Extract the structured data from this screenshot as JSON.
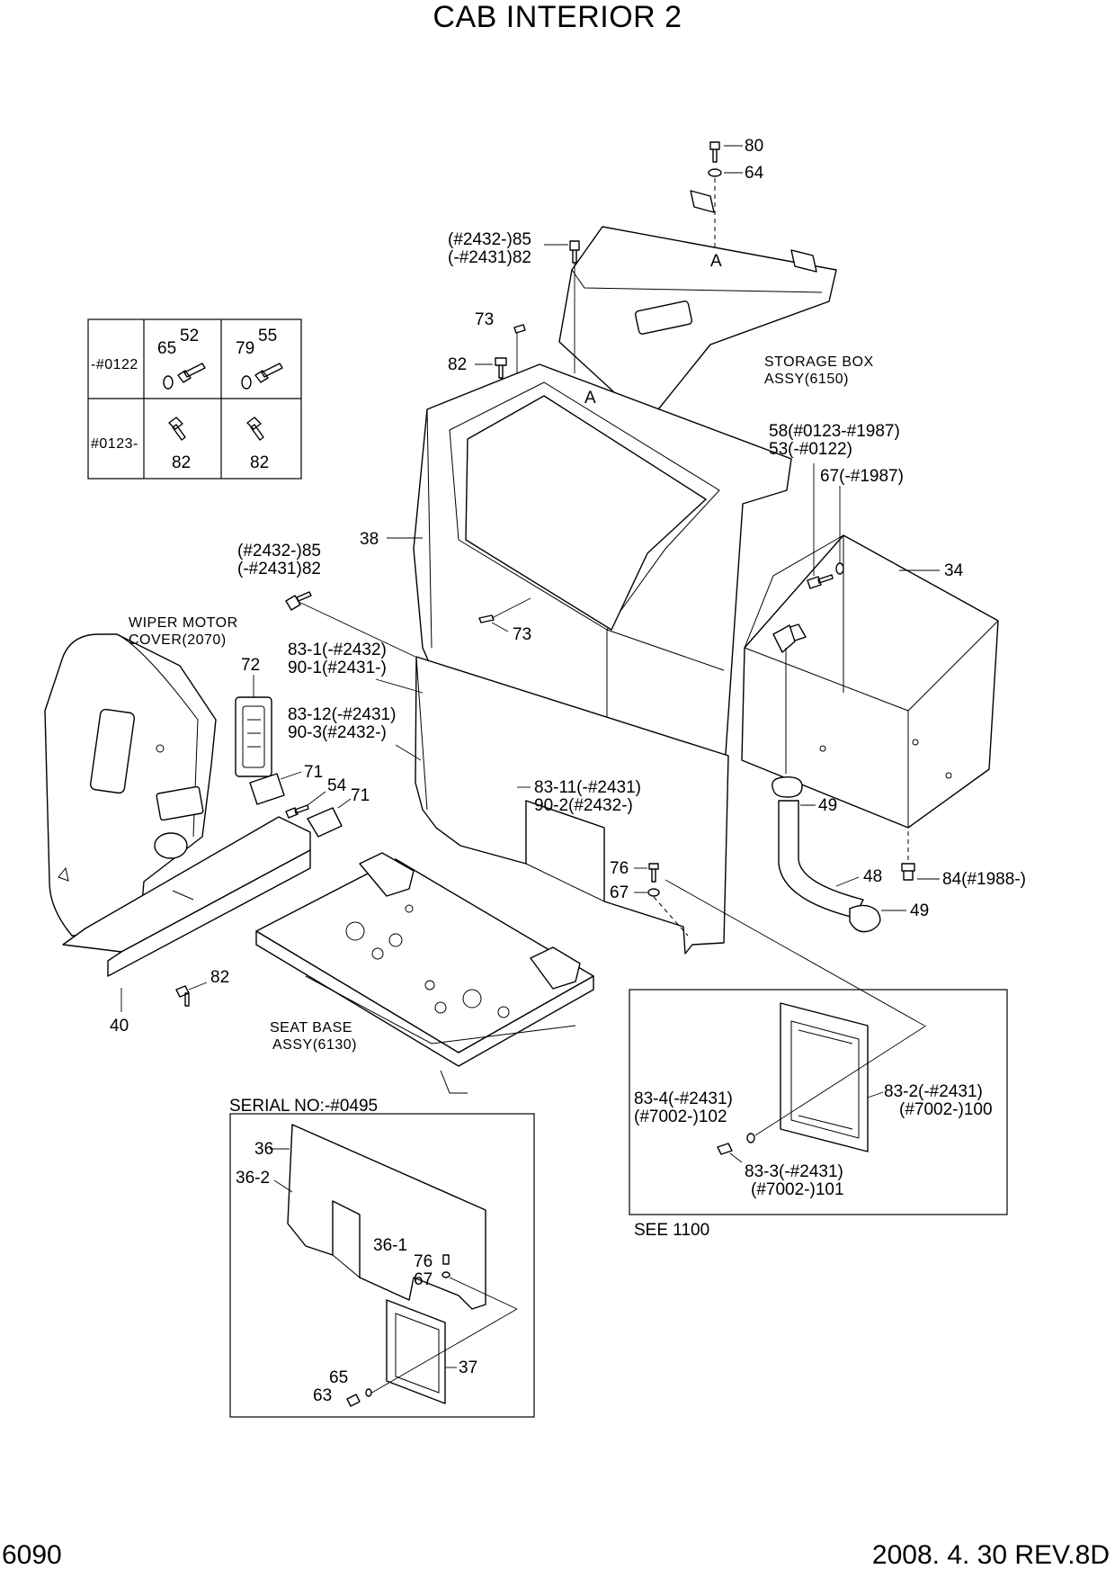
{
  "title": "CAB INTERIOR 2",
  "footer": {
    "page_number": "6090",
    "date_rev": "2008. 4. 30  REV.8D"
  },
  "inset_table": {
    "row1_serial": "-#0122",
    "row2_serial": "#0123-",
    "r1c1": [
      "65",
      "52"
    ],
    "r1c2": [
      "79",
      "55"
    ],
    "r2c1": "82",
    "r2c2": "82"
  },
  "callouts": {
    "c80": "80",
    "c64": "64",
    "c85_82_top_a": "(#2432-)85",
    "c85_82_top_b": "(-#2431)82",
    "letter_a_top": "A",
    "letter_a_mid": "A",
    "c73_top": "73",
    "c82_top": "82",
    "storage_box_a": "STORAGE BOX",
    "storage_box_b": "ASSY(6150)",
    "c58": "58(#0123-#1987)",
    "c53": "53(-#0122)",
    "c67_1987": "67(-#1987)",
    "c38": "38",
    "c34": "34",
    "c85_82_left_a": "(#2432-)85",
    "c85_82_left_b": "(-#2431)82",
    "wiper_a": "WIPER MOTOR",
    "wiper_b": "COVER(2070)",
    "c73_mid": "73",
    "c83_1_a": "83-1(-#2432)",
    "c83_1_b": "90-1(#2431-)",
    "c72": "72",
    "c83_12_a": "83-12(-#2431)",
    "c83_12_b": "90-3(#2432-)",
    "c71_a": "71",
    "c54": "54",
    "c71_b": "71",
    "c83_11_a": "83-11(-#2431)",
    "c83_11_b": "90-2(#2432-)",
    "c49_a": "49",
    "c76": "76",
    "c67": "67",
    "c48": "48",
    "c84": "84(#1988-)",
    "c49_b": "49",
    "c82_bottom": "82",
    "c40": "40",
    "seat_a": "SEAT BASE",
    "seat_b": "ASSY(6130)",
    "serial_title": "SERIAL NO:-#0495",
    "c36": "36",
    "c36_2": "36-2",
    "c36_1": "36-1",
    "c76_b": "76",
    "c67_b": "67",
    "c65_b": "65",
    "c63": "63",
    "c37": "37",
    "c83_4_a": "83-4(-#2431)",
    "c83_4_b": "(#7002-)102",
    "c83_2_a": "83-2(-#2431)",
    "c83_2_b": "(#7002-)100",
    "c83_3_a": "83-3(-#2431)",
    "c83_3_b": "(#7002-)101",
    "see_1100": "SEE 1100"
  }
}
